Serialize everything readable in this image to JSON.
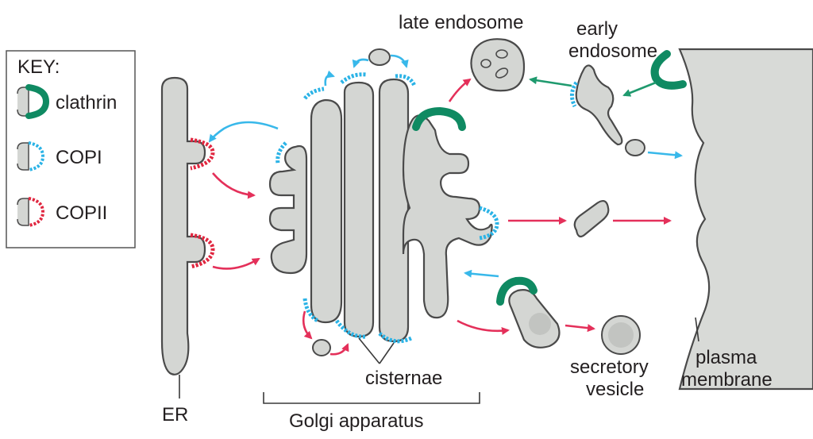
{
  "colors": {
    "clathrin": "#0f8a62",
    "copi": "#2bb3e6",
    "copii": "#e0263f",
    "arrow_red": "#e4305a",
    "arrow_blue": "#38b8ea",
    "arrow_green": "#1f9a6e",
    "membrane_fill": "#d4d6d3",
    "outline": "#4a4a4a"
  },
  "key": {
    "title": "KEY:",
    "items": [
      {
        "label": "clathrin",
        "color": "#0f8a62"
      },
      {
        "label": "COPI",
        "color": "#2bb3e6"
      },
      {
        "label": "COPII",
        "color": "#e0263f"
      }
    ]
  },
  "labels": {
    "er": "ER",
    "golgi": "Golgi apparatus",
    "cisternae": "cisternae",
    "late_endosome": "late endosome",
    "early_endosome_line1": "early",
    "early_endosome_line2": "endosome",
    "secretory_line1": "secretory",
    "secretory_line2": "vesicle",
    "plasma_line1": "plasma",
    "plasma_line2": "membrane"
  }
}
